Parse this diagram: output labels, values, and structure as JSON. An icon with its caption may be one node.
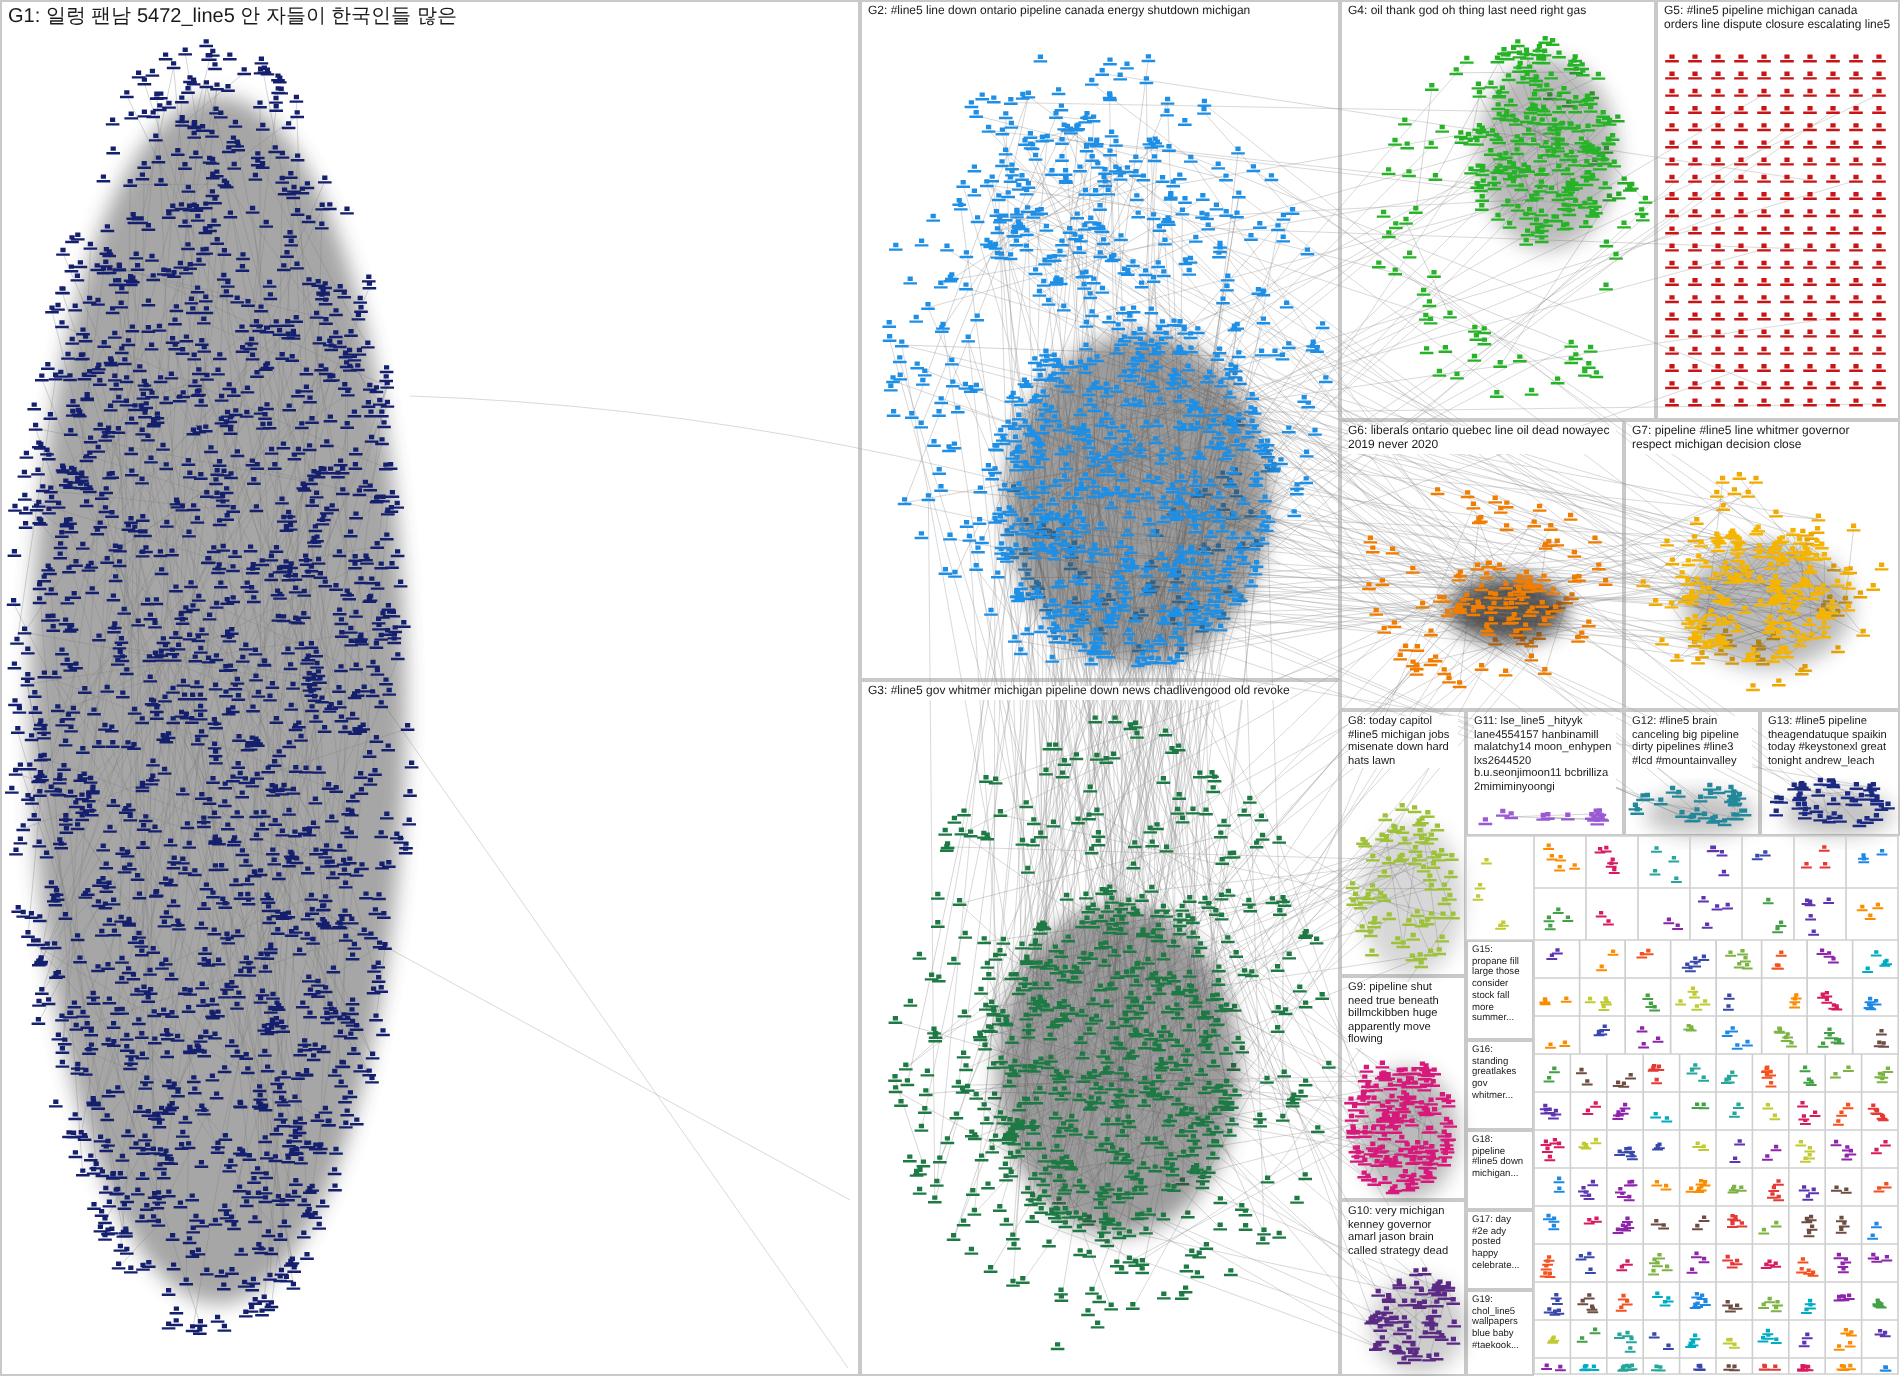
{
  "diagram": {
    "nodes": [
      {
        "text": [
          "G1: 일렁 팬남 5472_line5 안 자들이 한국인들 많은"
        ]
      },
      {
        "text": [
          "G2: #line5 line down ontario pipeline canada energy shutdown michigan"
        ]
      },
      {
        "text": [
          "G3: #line5 gov whitmer michigan pipeline down news chadlivengood old revoke"
        ]
      },
      {
        "text": [
          "G4: oil thank god oh thing last need right gas"
        ]
      },
      {
        "text": [
          "G5: #line5 pipeline michigan canada orders line dispute closure escalating line5"
        ]
      },
      {
        "text": [
          "G6: liberals ontario quebec line oil dead nowayec 2019 never 2020"
        ]
      },
      {
        "text": [
          "G7: pipeline #line5 line whitmer governor respect michigan decision close"
        ]
      },
      {
        "text": [
          "G8: today capitol #line5 michigan jobs misenate down hard hats lawn"
        ]
      },
      {
        "text": [
          "G9: pipeline shut need true beneath billmckibben huge apparently move flowing"
        ]
      },
      {
        "text": [
          "G10: very michigan kenney governor amarl jason brain called strategy dead"
        ]
      },
      {
        "text": [
          "G11: lse_line5 _hityyk lane4554157 hanbinamill malatchy14 moon_enhypen lxs2644520 b.u.seonjimoon11 bcbrilliza 2mimiminyoongi"
        ]
      },
      {
        "text": [
          "G12: #line5 brain canceling big pipeline dirty pipelines #line3 #lcd #mountainvalley"
        ]
      },
      {
        "text": [
          "G13: #line5 pipeline theagendatuque spaikin today #keystonexl great tonight andrew_leach"
        ]
      },
      {
        "text": [
          "G15: propane fill large those consider stock fall more summer..."
        ]
      },
      {
        "text": [
          "G16: standing greatlakes gov whitmer..."
        ]
      },
      {
        "text": [
          "G18: pipeline #line5 down michigan..."
        ]
      },
      {
        "text": [
          "G17: day #2e ady posted happy celebrate..."
        ]
      },
      {
        "text": [
          "G19: chol_line5 wallpapers blue baby #taekook..."
        ]
      }
    ]
  }
}
